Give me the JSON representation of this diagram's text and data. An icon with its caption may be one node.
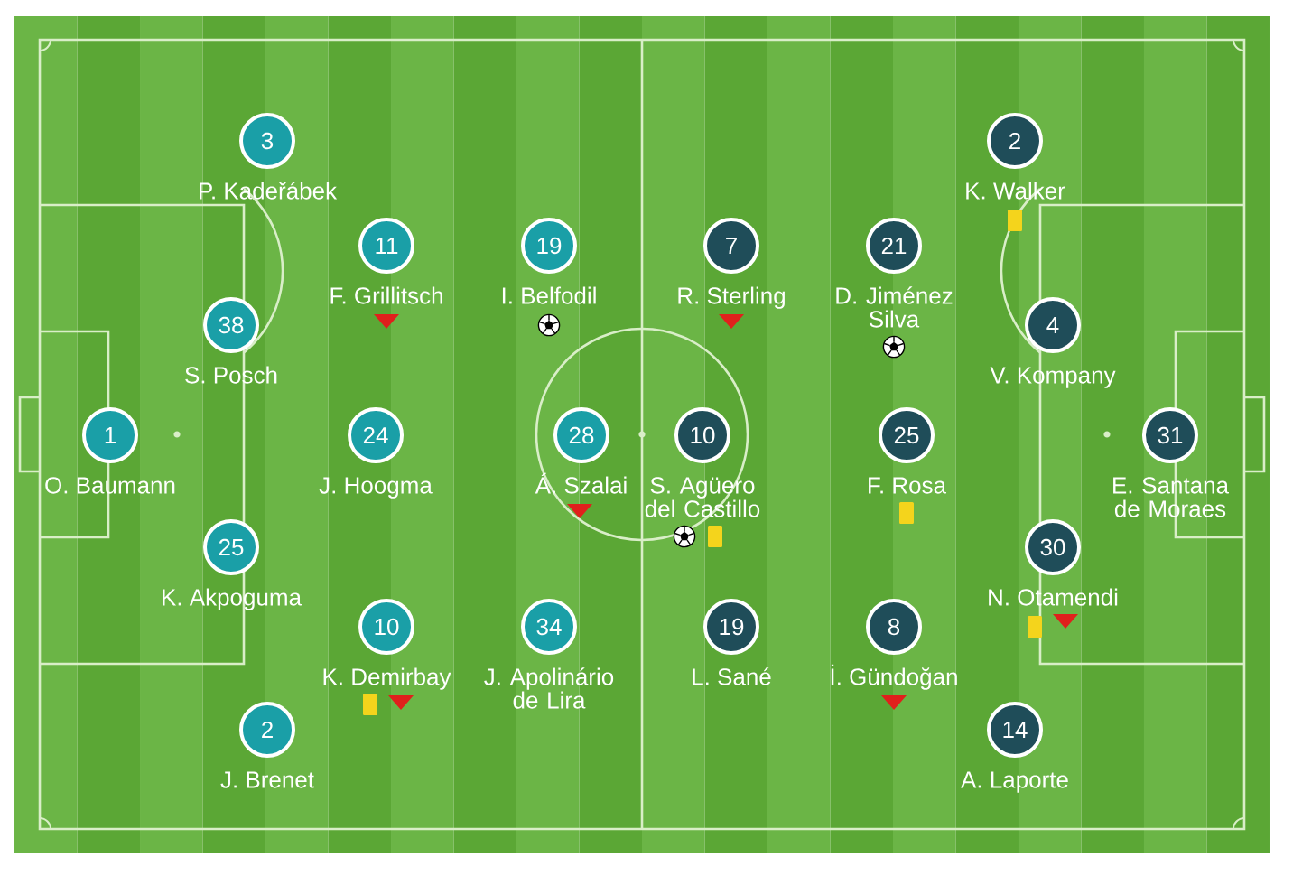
{
  "diagram": {
    "nodes": [
      {
        "text": [
          "1"
        ],
        "beside": [
          "O. Baumann"
        ]
      },
      {
        "text": [
          "3"
        ],
        "beside": [
          "P. Kadeřábek"
        ]
      },
      {
        "text": [
          "38"
        ],
        "beside": [
          "S. Posch"
        ]
      },
      {
        "text": [
          "25"
        ],
        "beside": [
          "K. Akpoguma"
        ]
      },
      {
        "text": [
          "2"
        ],
        "beside": [
          "J. Brenet"
        ]
      },
      {
        "text": [
          "11"
        ],
        "beside": [
          "F. Grillitsch"
        ]
      },
      {
        "text": [
          "24"
        ],
        "beside": [
          "J. Hoogma"
        ]
      },
      {
        "text": [
          "10"
        ],
        "beside": [
          "K. Demirbay"
        ]
      },
      {
        "text": [
          "19"
        ],
        "beside": [
          "I. Belfodil"
        ]
      },
      {
        "text": [
          "28"
        ],
        "beside": [
          "Á. Szalai"
        ]
      },
      {
        "text": [
          "34"
        ],
        "beside": [
          "J. Apolinário de Lira"
        ]
      },
      {
        "text": [
          "10"
        ],
        "beside": [
          "S. Agüero del Castillo"
        ]
      },
      {
        "text": [
          "7"
        ],
        "beside": [
          "R. Sterling"
        ]
      },
      {
        "text": [
          "19"
        ],
        "beside": [
          "L. Sané"
        ]
      },
      {
        "text": [
          "21"
        ],
        "beside": [
          "D. Jiménez Silva"
        ]
      },
      {
        "text": [
          "25"
        ],
        "beside": [
          "F. Rosa"
        ]
      },
      {
        "text": [
          "8"
        ],
        "beside": [
          "İ. Gündoğan"
        ]
      },
      {
        "text": [
          "2"
        ],
        "beside": [
          "K. Walker"
        ]
      },
      {
        "text": [
          "4"
        ],
        "beside": [
          "V. Kompany"
        ]
      },
      {
        "text": [
          "30"
        ],
        "beside": [
          "N. Otamendi"
        ]
      },
      {
        "text": [
          "14"
        ],
        "beside": [
          "A. Laporte"
        ]
      },
      {
        "text": [
          "31"
        ],
        "beside": [
          "E. Santana de Moraes"
        ]
      }
    ]
  }
}
